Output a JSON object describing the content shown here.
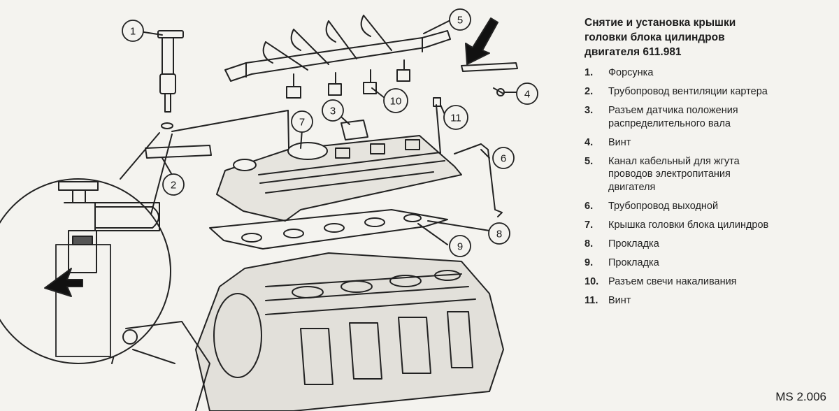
{
  "title_lines": [
    "Снятие и установка крышки",
    "головки блока цилиндров",
    "двигателя 611.981"
  ],
  "items": [
    {
      "num": "1.",
      "lines": [
        "Форсунка"
      ]
    },
    {
      "num": "2.",
      "lines": [
        "Трубопровод вентиляции картера"
      ]
    },
    {
      "num": "3.",
      "lines": [
        "Разъем датчика положения",
        "распределительного вала"
      ]
    },
    {
      "num": "4.",
      "lines": [
        "Винт"
      ]
    },
    {
      "num": "5.",
      "lines": [
        "Канал кабельный для жгута",
        "проводов электропитания",
        "двигателя"
      ]
    },
    {
      "num": "6.",
      "lines": [
        "Трубопровод выходной"
      ]
    },
    {
      "num": "7.",
      "lines": [
        "Крышка головки блока цилиндров"
      ]
    },
    {
      "num": "8.",
      "lines": [
        "Прокладка"
      ]
    },
    {
      "num": "9.",
      "lines": [
        "Прокладка"
      ]
    },
    {
      "num": "10.",
      "lines": [
        "Разъем свечи накаливания"
      ]
    },
    {
      "num": "11.",
      "lines": [
        "Винт"
      ]
    }
  ],
  "callouts": [
    "1",
    "2",
    "3",
    "4",
    "5",
    "6",
    "7",
    "8",
    "9",
    "10",
    "11"
  ],
  "figure_code": "MS 2.006"
}
